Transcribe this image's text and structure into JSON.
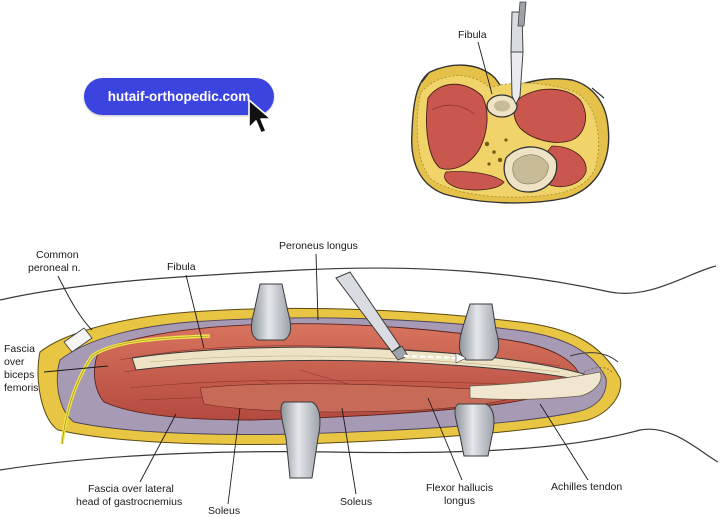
{
  "watermark": {
    "text": "hutaif-orthopedic.com"
  },
  "cross_section": {
    "labels": {
      "fibula": "Fibula"
    }
  },
  "leg_view": {
    "labels": {
      "common_peroneal": [
        "Common",
        "peroneal n."
      ],
      "fibula": "Fibula",
      "peroneus_longus": "Peroneus longus",
      "fascia_biceps": [
        "Fascia",
        "over",
        "biceps",
        "femoris"
      ],
      "fascia_gastrocnemius": [
        "Fascia over lateral",
        "head of gastrocnemius"
      ],
      "soleus_left": "Soleus",
      "soleus_right": "Soleus",
      "flexor_hallucis": [
        "Flexor hallucis",
        "longus"
      ],
      "achilles": "Achilles tendon"
    }
  },
  "colors": {
    "muscle": "#c9574e",
    "fat": "#e8c542",
    "fascia": "#a79ab4",
    "bone": "#eee3c4",
    "retractor": "#c3c7ce",
    "badge": "#3c44e0"
  }
}
